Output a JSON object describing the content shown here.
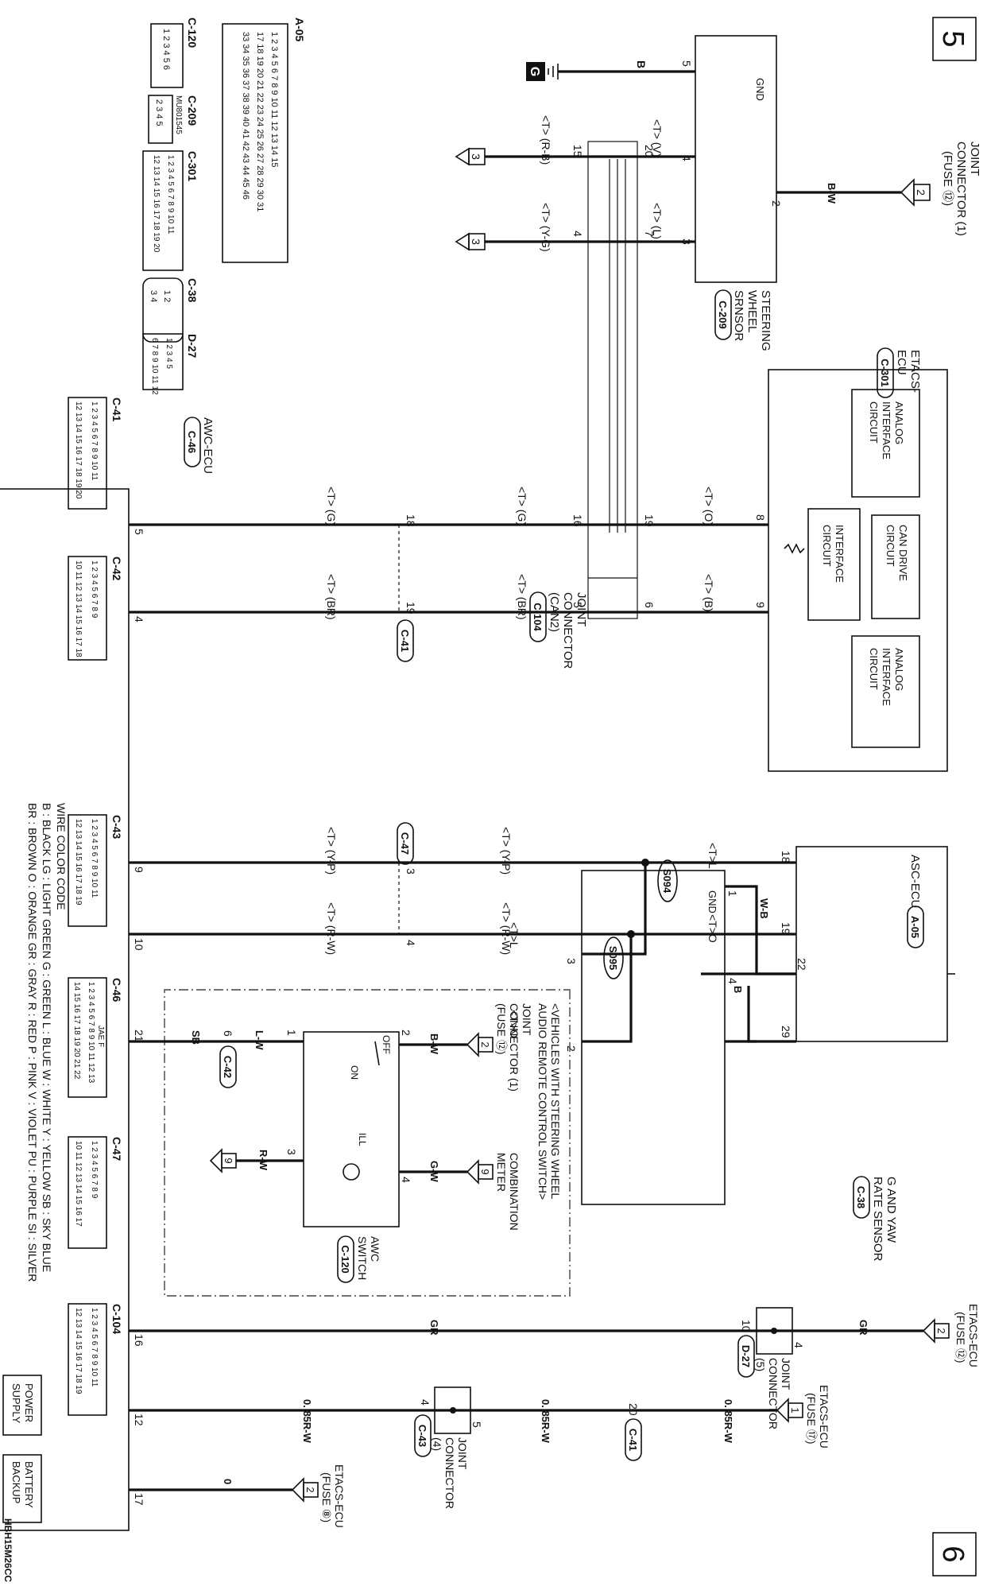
{
  "page": {
    "page_left": "5",
    "page_right": "6",
    "doc_code": "HBH15M26CC",
    "ground_mark": "G"
  },
  "components": {
    "joint_connector_1": [
      "JOINT",
      "CONNECTOR (1)",
      "(FUSE ⑫)"
    ],
    "steering_wheel_sensor": [
      "STEERING",
      "WHEEL",
      "SRNSOR"
    ],
    "etacs_ecu": [
      "ETACS-",
      "ECU"
    ],
    "analog_interface": [
      "ANALOG",
      "INTERFACE",
      "CIRCUIT"
    ],
    "interface_circuit": [
      "INTERFACE",
      "CIRCUIT"
    ],
    "can_drive": [
      "CAN DRIVE",
      "CIRCUIT"
    ],
    "joint_connector_can2": [
      "JOINT",
      "CONNECTOR",
      "(CAN2)"
    ],
    "awc_ecu": "AWC-ECU",
    "asc_ecu": "ASC-ECU",
    "g_yaw_sensor": [
      "G AND YAW",
      "RATE SENSOR"
    ],
    "vehicles_note": [
      "<VEHICLES WITH STEERING WHEEL",
      "AUDIO REMOTE CONTROL SWITCH>"
    ],
    "combination_meter": [
      "COMBINATION",
      "METER"
    ],
    "awc_switch": [
      "AWC",
      "SWITCH"
    ],
    "etacs_fuse12": [
      "ETACS-ECU",
      "(FUSE ⑫)"
    ],
    "etacs_fuse17": [
      "ETACS-ECU",
      "(FUSE ⑰)"
    ],
    "etacs_fuse8": [
      "ETACS-ECU",
      "(FUSE ⑧)"
    ],
    "joint_connector_5": [
      "JOINT",
      "CONNECTOR",
      "(5)"
    ],
    "joint_connector_4": [
      "JOINT",
      "CONNECTOR",
      "(4)"
    ],
    "power_supply": [
      "POWER",
      "SUPPLY"
    ],
    "battery_backup": [
      "BATTERY",
      "BACKUP"
    ],
    "gnd": "GND",
    "switch_off": "OFF",
    "switch_on": "ON",
    "ill": "ILL"
  },
  "badges": {
    "c209": "C-209",
    "c301": "C-301",
    "c104": "C-104",
    "c46": "C-46",
    "c41": "C-41",
    "a05": "A-05",
    "c38": "C-38",
    "s094": "S094",
    "s095": "S095",
    "c47": "C-47",
    "c42": "C-42",
    "c120": "C-120",
    "d27": "D-27",
    "c43": "C-43"
  },
  "wire_labels": {
    "b": "B",
    "bw": "B-W",
    "tv": "<T> (V)",
    "tl": "<T> (L)",
    "trb": "<T> (R-B)",
    "tyg": "<T> (Y-G)",
    "to": "<T> (O)",
    "tb": "<T> (B)",
    "tg": "<T> (G)",
    "tbr": "<T> (BR)",
    "tl2": "<T>L",
    "to2": "<T>O",
    "typ": "<T> (Y-P)",
    "trw": "<T> (R-W)",
    "wb": "W-B",
    "gw": "G-W",
    "lw": "L-W",
    "sb": "SB",
    "rw": "R-W",
    "gr": "GR",
    "r085": "0. 85R-W",
    "zero": "0"
  },
  "pins": {
    "p5": "5",
    "p4": "4",
    "p3": "3",
    "p2": "2",
    "p20": "20",
    "p7": "7",
    "p15": "15",
    "p8": "8",
    "p9": "9",
    "p19": "19",
    "p6": "6",
    "p16": "16",
    "p18": "18",
    "p22": "22",
    "p29": "29",
    "p1": "1",
    "p10": "10",
    "p12": "12",
    "p17": "17",
    "p21": "21"
  },
  "refs": {
    "r1": "1",
    "r2": "2",
    "r3": "3",
    "r9": "9"
  },
  "connectors": {
    "a05": "A-05",
    "c120": "C-120",
    "c209": "C-209",
    "c301": "C-301",
    "c38": "C-38",
    "d27": "D-27",
    "c41": "C-41",
    "c42": "C-42",
    "c43": "C-43",
    "c46": "C-46",
    "c47": "C-47",
    "c104": "C-104",
    "mu801545": "MU801545",
    "jae": "JAE F"
  },
  "legend": {
    "title": "WIRE COLOR CODE",
    "line1": "B : BLACK   LG : LIGHT GREEN   G : GREEN   L : BLUE   W : WHITE   Y : YELLOW   SB : SKY BLUE",
    "line2": "BR : BROWN   O : ORANGE   GR : GRAY   R : RED   P : PINK   V : VIOLET   PU : PURPLE   SI : SILVER"
  }
}
